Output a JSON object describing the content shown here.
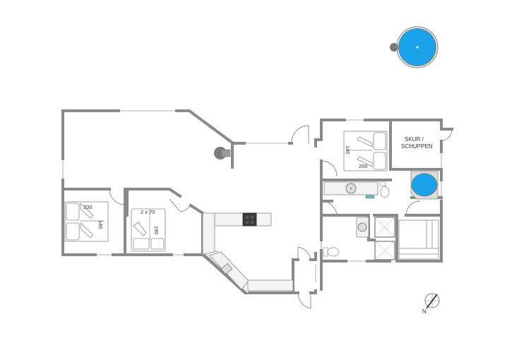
{
  "plan": {
    "type": "floor-plan",
    "rooms": {
      "bedroom_left": {
        "bed_length": "200",
        "bed_width": "140"
      },
      "bedroom_middle": {
        "bed_label": "2 x 70",
        "bed_length": "190"
      },
      "bedroom_right": {
        "bed_length": "200",
        "bed_width": "140"
      },
      "shed": {
        "label_line1": "SKUR /",
        "label_line2": "SCHUPPEN"
      }
    },
    "compass": {
      "north_label": "N"
    },
    "colors": {
      "wall": "#9a9a9a",
      "water": "#1aa3e8",
      "stove": "#3a3a3a",
      "counter": "#f3f3f3"
    }
  }
}
